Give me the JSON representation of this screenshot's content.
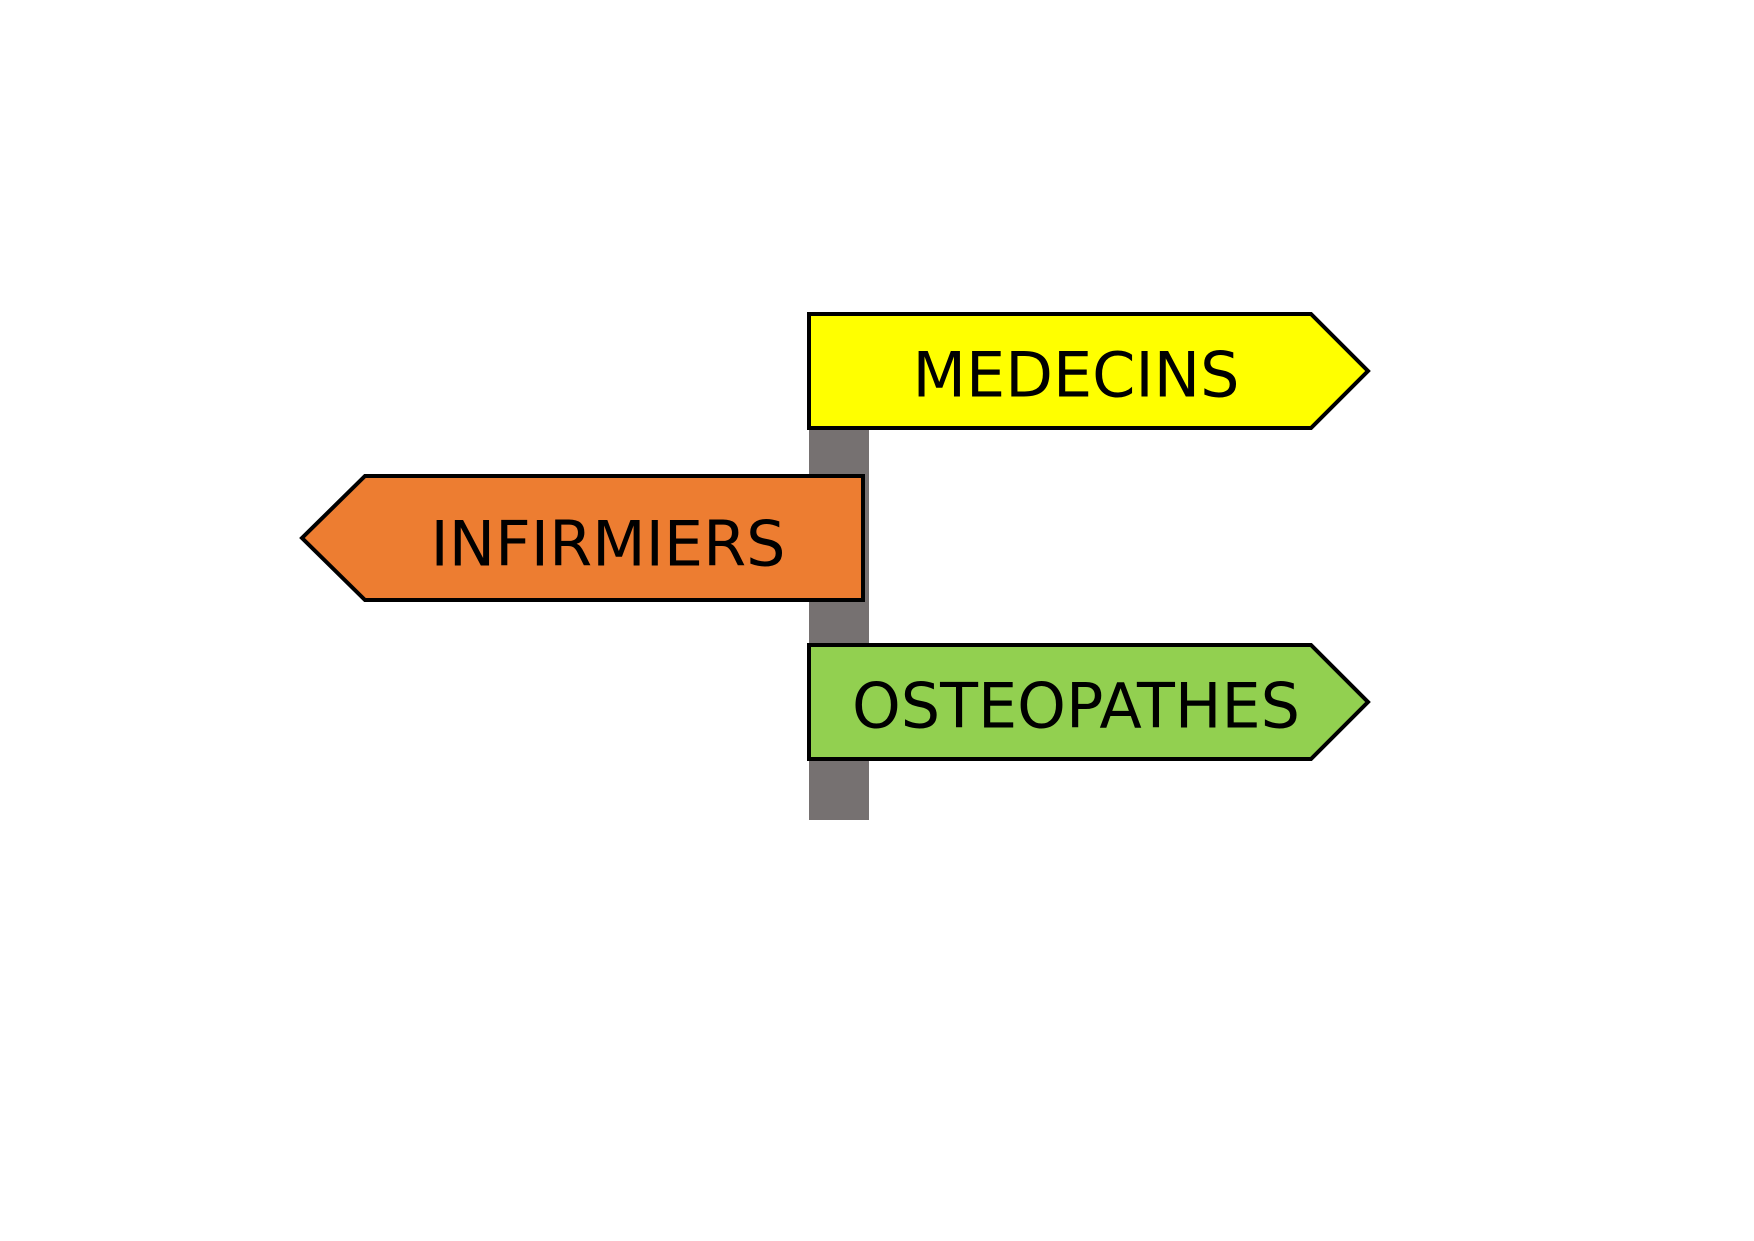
{
  "signpost": {
    "pole_color": "#767171",
    "outline_color": "#000000",
    "signs": [
      {
        "label": "MEDECINS",
        "direction": "right",
        "color": "#FFFF00"
      },
      {
        "label": "INFIRMIERS",
        "direction": "left",
        "color": "#ED7D31"
      },
      {
        "label": "OSTEOPATHES",
        "direction": "right",
        "color": "#92D050"
      }
    ]
  }
}
